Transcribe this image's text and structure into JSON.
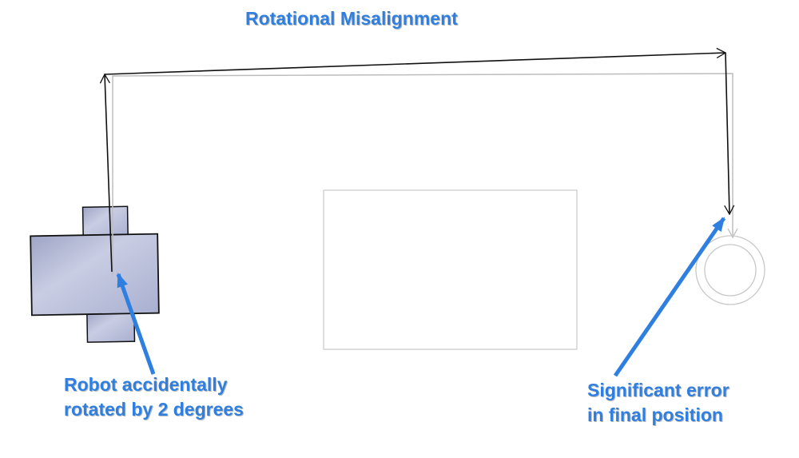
{
  "title": "Rotational Misalignment",
  "labels": {
    "robot_line1": "Robot accidentally",
    "robot_line2": "rotated by 2 degrees",
    "error_line1": "Significant error",
    "error_line2": "in final position"
  },
  "colors": {
    "label": "#2f7fe0",
    "robot": "#b4b9d6",
    "ideal_path": "#bdbdbd",
    "actual_path": "#111111"
  }
}
